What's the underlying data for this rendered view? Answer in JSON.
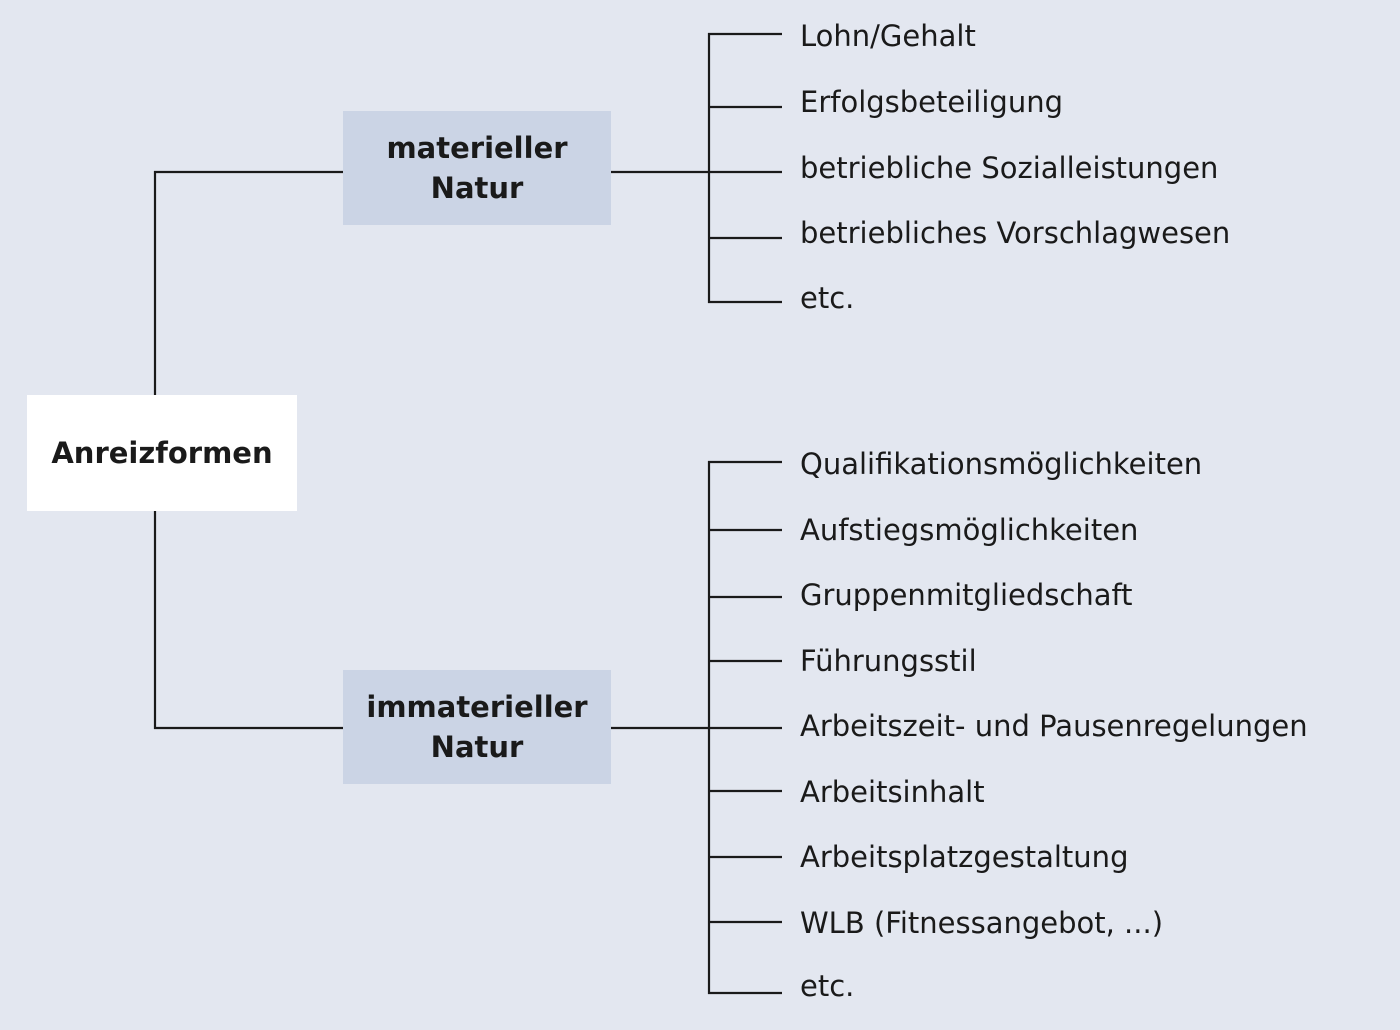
{
  "root": {
    "label": "Anreizformen"
  },
  "branches": [
    {
      "line1": "materieller",
      "line2": "Natur",
      "items": [
        "Lohn/Gehalt",
        "Erfolgsbeteiligung",
        "betriebliche Sozialleistungen",
        "betriebliches Vorschlagwesen",
        "etc."
      ]
    },
    {
      "line1": "immaterieller",
      "line2": "Natur",
      "items": [
        "Qualifikationsmöglichkeiten",
        "Aufstiegsmöglichkeiten",
        "Gruppenmitgliedschaft",
        "Führungsstil",
        "Arbeitszeit- und Pausenregelungen",
        "Arbeitsinhalt",
        "Arbeitsplatzgestaltung",
        "WLB (Fitnessangebot, ...)",
        "etc."
      ]
    }
  ]
}
